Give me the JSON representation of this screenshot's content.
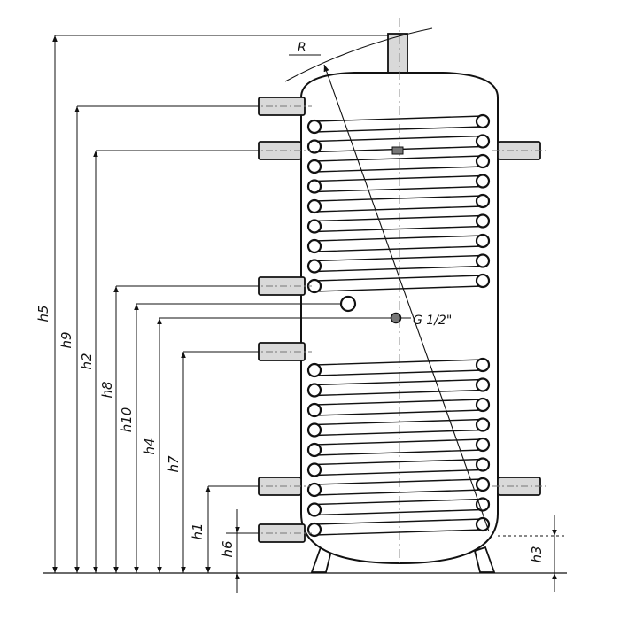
{
  "diagram": {
    "heights": [
      {
        "key": "h5",
        "label": "h5"
      },
      {
        "key": "h9",
        "label": "h9"
      },
      {
        "key": "h2",
        "label": "h2"
      },
      {
        "key": "h8",
        "label": "h8"
      },
      {
        "key": "h10",
        "label": "h10"
      },
      {
        "key": "h4",
        "label": "h4"
      },
      {
        "key": "h7",
        "label": "h7"
      },
      {
        "key": "h1",
        "label": "h1"
      },
      {
        "key": "h6",
        "label": "h6"
      },
      {
        "key": "h3",
        "label": "h3"
      }
    ],
    "radius_label": "R",
    "sensor_label": "G 1/2\"",
    "colors": {
      "line": "#111111",
      "pipe_fill": "#d9d9d9",
      "tank_fill": "#ffffff"
    }
  }
}
